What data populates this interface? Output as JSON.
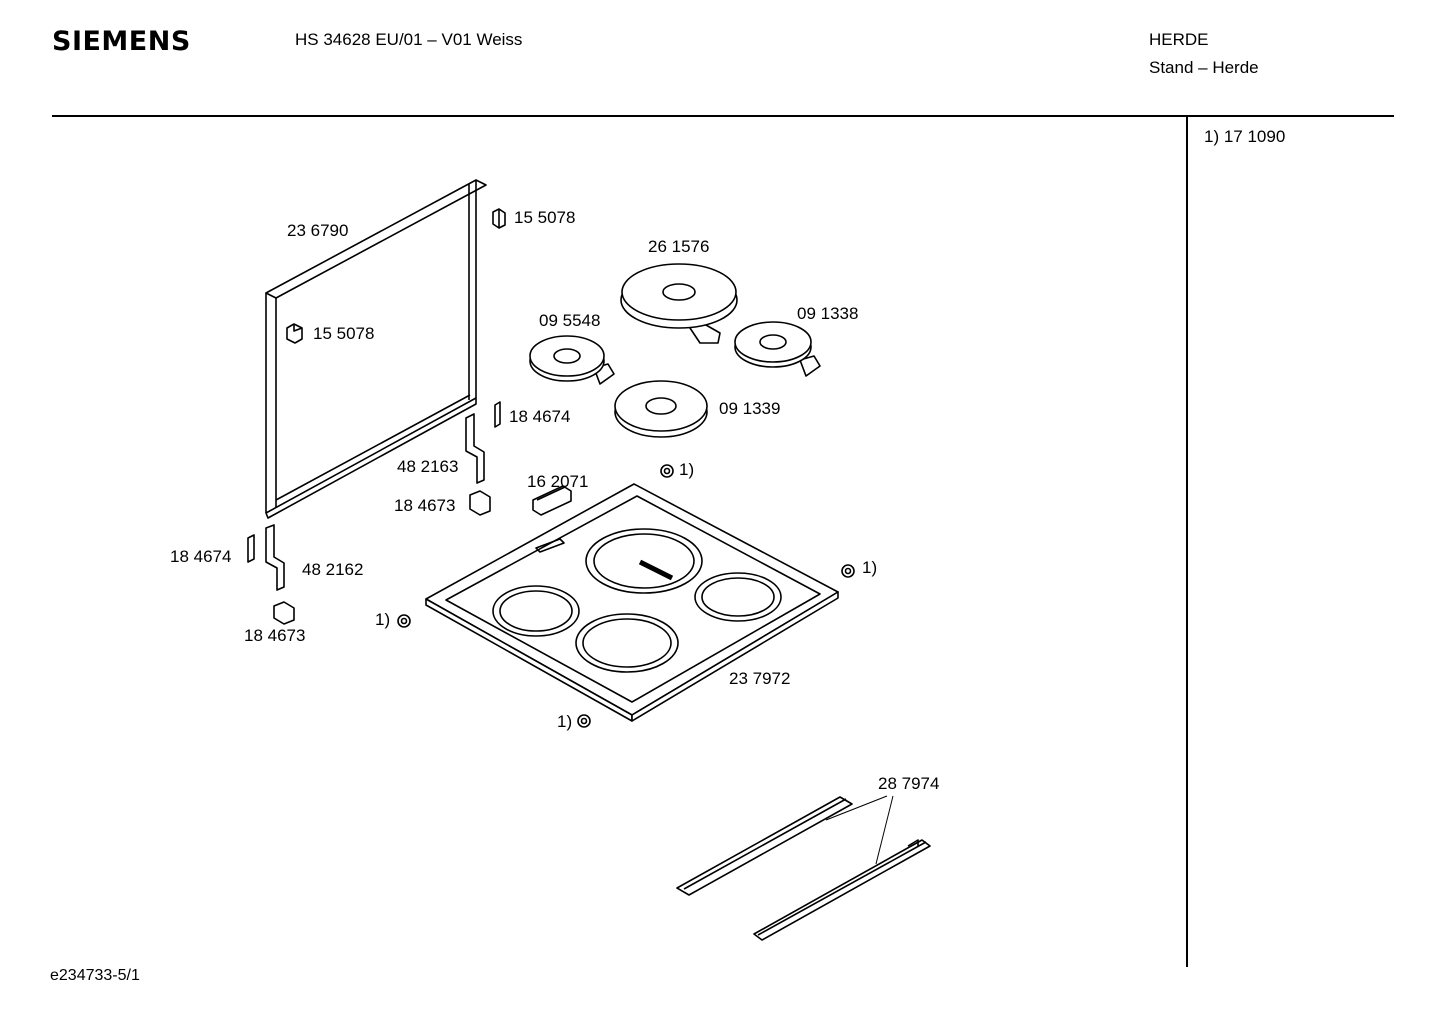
{
  "header": {
    "brand": "SIEMENS",
    "model": "HS 34628 EU/01 – V01 Weiss",
    "category": "HERDE",
    "subcategory": "Stand – Herde"
  },
  "notes": [
    "1) 17 1090"
  ],
  "footer": "e234733-5/1",
  "parts": {
    "frame": "23 6790",
    "clip_top": "15 5078",
    "clip_side": "15 5078",
    "plate_large": "26 1576",
    "plate_left": "09 5548",
    "plate_right": "09 1338",
    "plate_front": "09 1339",
    "spring_upper": "18 4674",
    "bracket_upper": "48 2163",
    "holder_upper": "18 4673",
    "connector": "16 2071",
    "spring_lower": "18 4674",
    "bracket_lower": "48 2162",
    "holder_lower": "18 4673",
    "hob_trough": "23 7972",
    "rails": "28 7974",
    "ref_a": "1)",
    "ref_b": "1)",
    "ref_c": "1)",
    "ref_d": "1)"
  }
}
